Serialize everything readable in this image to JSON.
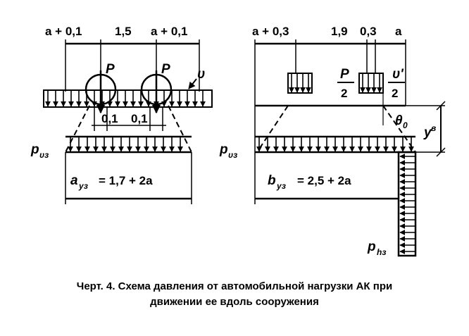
{
  "left": {
    "dims": [
      "a + 0,1",
      "1,5",
      "a + 0,1"
    ],
    "load_p": "P",
    "load_v": "υ",
    "inner_1": "0,1",
    "inner_2": "0,1",
    "pressure": "p",
    "pressure_sub": "υз",
    "width_a": "a",
    "width_sub": "уз",
    "width_formula": "= 1,7 + 2a"
  },
  "right": {
    "dims": [
      "a + 0,3",
      "1,9",
      "0,3",
      "a"
    ],
    "frac_p_num": "P",
    "frac_p_den": "2",
    "frac_v_num": "υ'",
    "frac_v_den": "2",
    "theta": "θ",
    "theta_sub": "0",
    "depth": "y",
    "depth_sub": "в",
    "pressure": "p",
    "pressure_sub": "υз",
    "width_b": "b",
    "width_sub": "уз",
    "width_formula": "= 2,5 + 2a",
    "horiz": "p",
    "horiz_sub": "hз"
  },
  "caption": {
    "line1": "Черт. 4. Схема давления от автомобильной нагрузки АК при",
    "line2": "движении ее вдоль сооружения"
  }
}
